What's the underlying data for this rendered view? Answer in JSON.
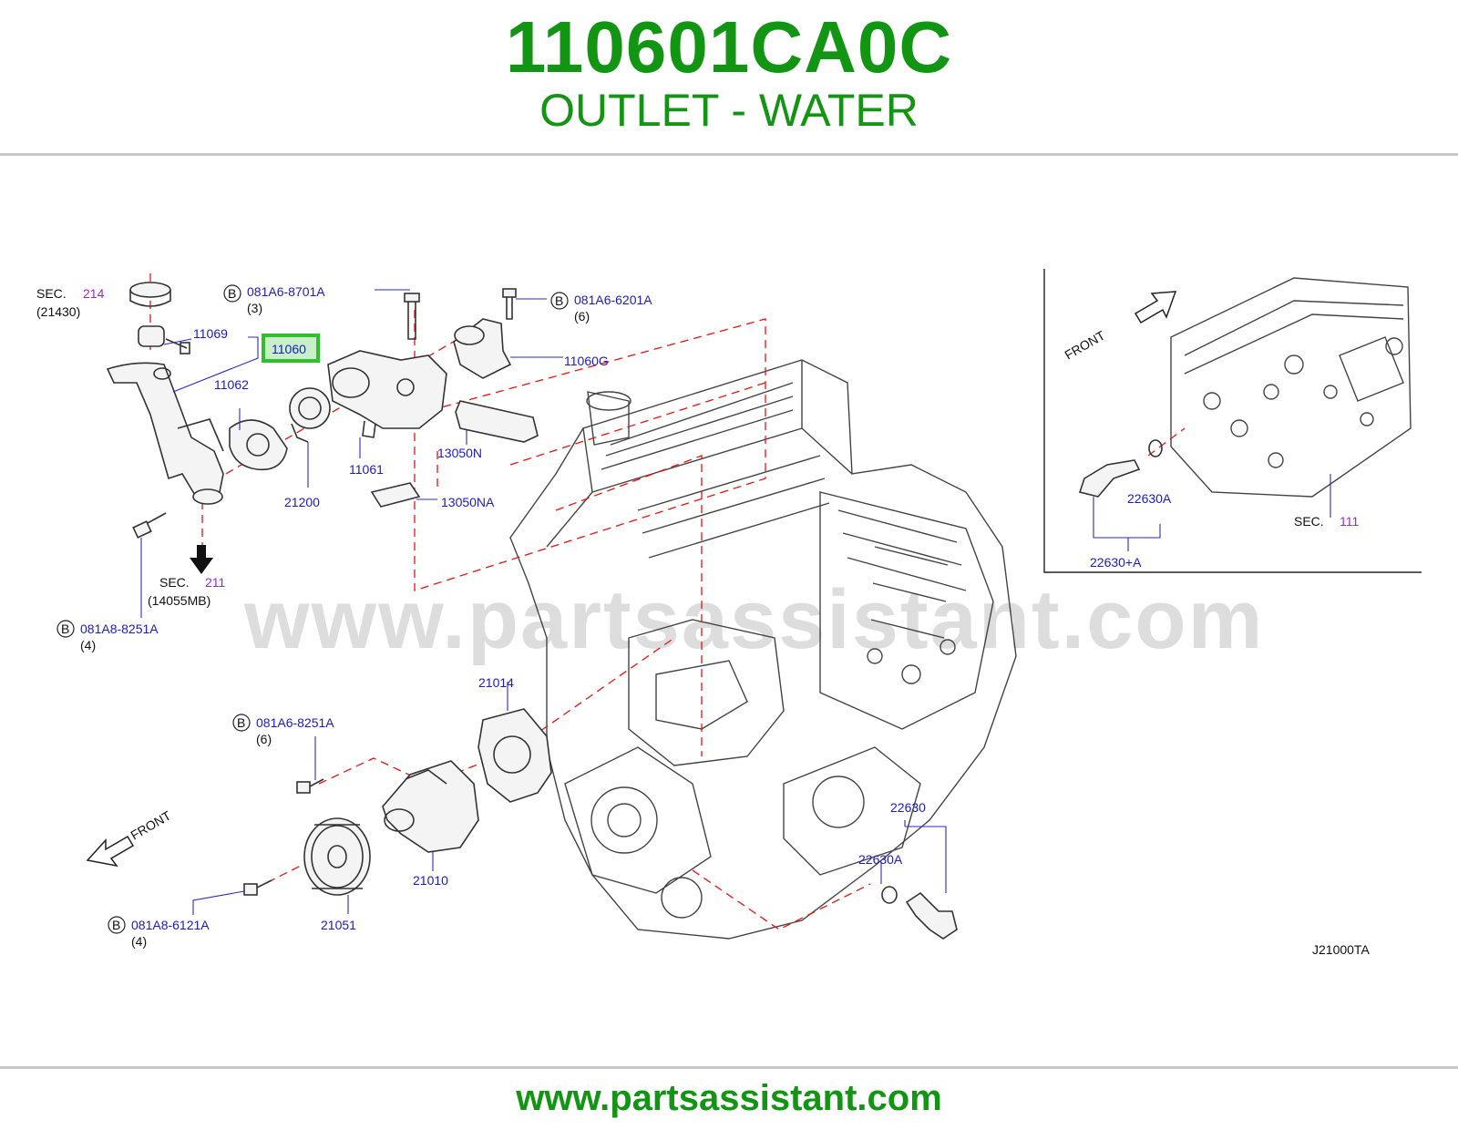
{
  "header": {
    "part_number": "110601CA0C",
    "part_name": "OUTLET - WATER"
  },
  "footer": {
    "website": "www.partsassistant.com"
  },
  "watermark": "www.partsassistant.com",
  "accent_color": "#129512",
  "highlight_color": "#2fbf2f",
  "callouts": {
    "sec_word": "SEC.",
    "sec_214": "214",
    "sec_214_sub": "(21430)",
    "sec_211": "211",
    "sec_211_sub": "(14055MB)",
    "sec_111": "111",
    "bolt_081A6_8701A": "081A6-8701A",
    "bolt_081A6_8701A_qty": "(3)",
    "bolt_081A6_6201A": "081A6-6201A",
    "bolt_081A6_6201A_qty": "(6)",
    "bolt_081A8_8251A": "081A8-8251A",
    "bolt_081A8_8251A_qty": "(4)",
    "bolt_081A6_8251A": "081A6-8251A",
    "bolt_081A6_8251A_qty": "(6)",
    "bolt_081A8_6121A": "081A8-6121A",
    "bolt_081A8_6121A_qty": "(4)",
    "b_marker": "B",
    "p11069": "11069",
    "p11060": "11060",
    "p11062": "11062",
    "p11061": "11061",
    "p21200": "21200",
    "p11060G": "11060G",
    "p13050N": "13050N",
    "p13050NA": "13050NA",
    "p21014": "21014",
    "p21010": "21010",
    "p21051": "21051",
    "p22630": "22630",
    "p22630A": "22630A",
    "p22630A_inset": "22630A",
    "p22630plusA": "22630+A",
    "front": "FRONT",
    "front_inset": "FRONT",
    "diagram_code": "J21000TA"
  }
}
